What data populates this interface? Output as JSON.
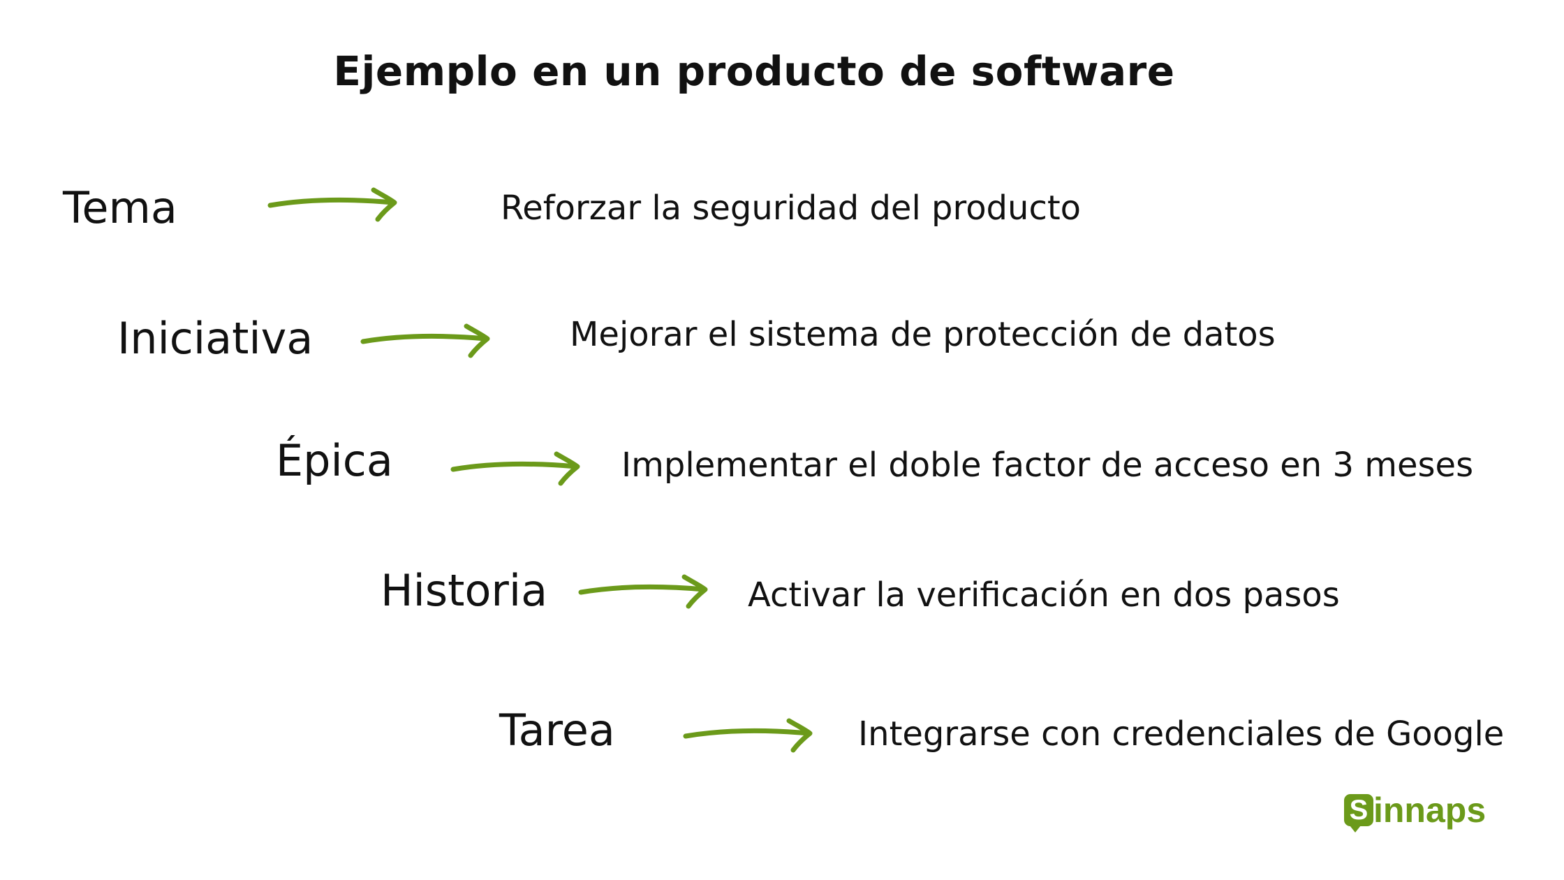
{
  "title": "Ejemplo en un producto de software",
  "accent_color": "#6b9a1a",
  "arrow_icon": "hand-drawn-right-arrow-icon",
  "levels": [
    {
      "label": "Tema",
      "description": "Reforzar la seguridad del producto"
    },
    {
      "label": "Iniciativa",
      "description": "Mejorar el sistema de protección de datos"
    },
    {
      "label": "Épica",
      "description": "Implementar el doble factor de acceso en 3 meses"
    },
    {
      "label": "Historia",
      "description": "Activar la verificación en dos pasos"
    },
    {
      "label": "Tarea",
      "description": "Integrarse con credenciales de Google"
    }
  ],
  "logo": {
    "badge_letter": "S",
    "text": "innaps",
    "color": "#6b9a1a"
  }
}
